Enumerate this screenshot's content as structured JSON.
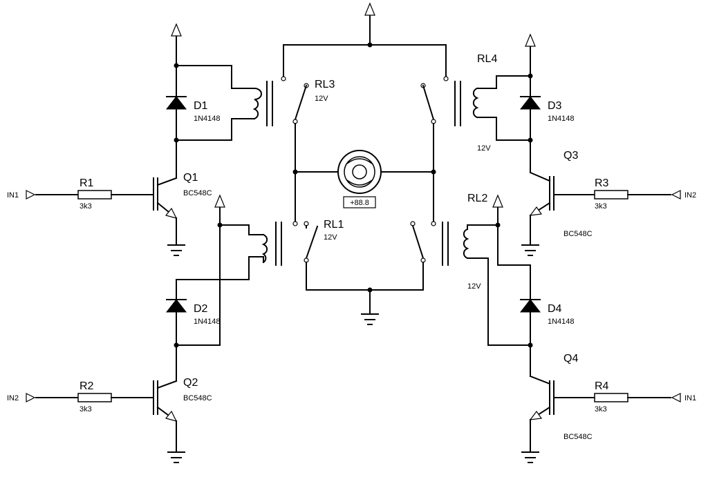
{
  "inputs": {
    "left_top": "IN1",
    "left_bottom": "IN2",
    "right_top": "IN2",
    "right_bottom": "IN1"
  },
  "resistors": [
    {
      "ref": "R1",
      "value": "3k3"
    },
    {
      "ref": "R2",
      "value": "3k3"
    },
    {
      "ref": "R3",
      "value": "3k3"
    },
    {
      "ref": "R4",
      "value": "3k3"
    }
  ],
  "transistors": [
    {
      "ref": "Q1",
      "part": "BC548C"
    },
    {
      "ref": "Q2",
      "part": "BC548C"
    },
    {
      "ref": "Q3",
      "part": "BC548C"
    },
    {
      "ref": "Q4",
      "part": "BC548C"
    }
  ],
  "diodes": [
    {
      "ref": "D1",
      "part": "1N4148"
    },
    {
      "ref": "D2",
      "part": "1N4148"
    },
    {
      "ref": "D3",
      "part": "1N4148"
    },
    {
      "ref": "D4",
      "part": "1N4148"
    }
  ],
  "relays": [
    {
      "ref": "RL1",
      "voltage": "12V"
    },
    {
      "ref": "RL2",
      "voltage": "12V"
    },
    {
      "ref": "RL3",
      "voltage": "12V"
    },
    {
      "ref": "RL4",
      "voltage": "12V"
    }
  ],
  "motor": {
    "readout": "+88.8"
  }
}
